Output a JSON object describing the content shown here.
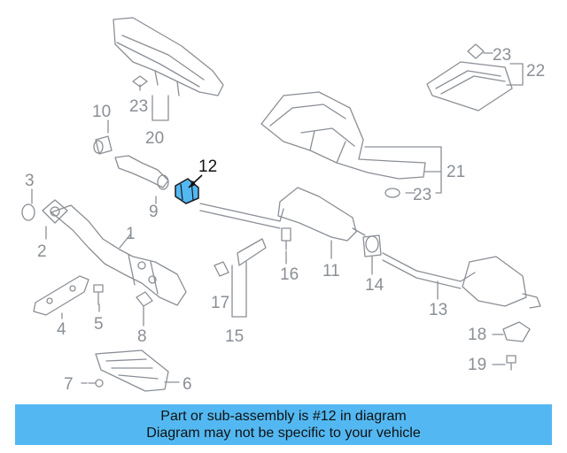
{
  "diagram": {
    "highlight_color": "#53b8f2",
    "line_color": "#8a8f96",
    "labels": {
      "l1": "1",
      "l2": "2",
      "l3": "3",
      "l4": "4",
      "l5": "5",
      "l6": "6",
      "l7": "7",
      "l8": "8",
      "l9": "9",
      "l10": "10",
      "l11": "11",
      "l12": "12",
      "l13": "13",
      "l14": "14",
      "l15": "15",
      "l16": "16",
      "l17": "17",
      "l18": "18",
      "l19": "19",
      "l20": "20",
      "l21": "21",
      "l22": "22",
      "l23": "23"
    },
    "highlighted_part": "12"
  },
  "banner": {
    "line1": "Part or sub-assembly is #12 in diagram",
    "line2": "Diagram may not be specific to your vehicle",
    "color": "#53b8f2"
  }
}
